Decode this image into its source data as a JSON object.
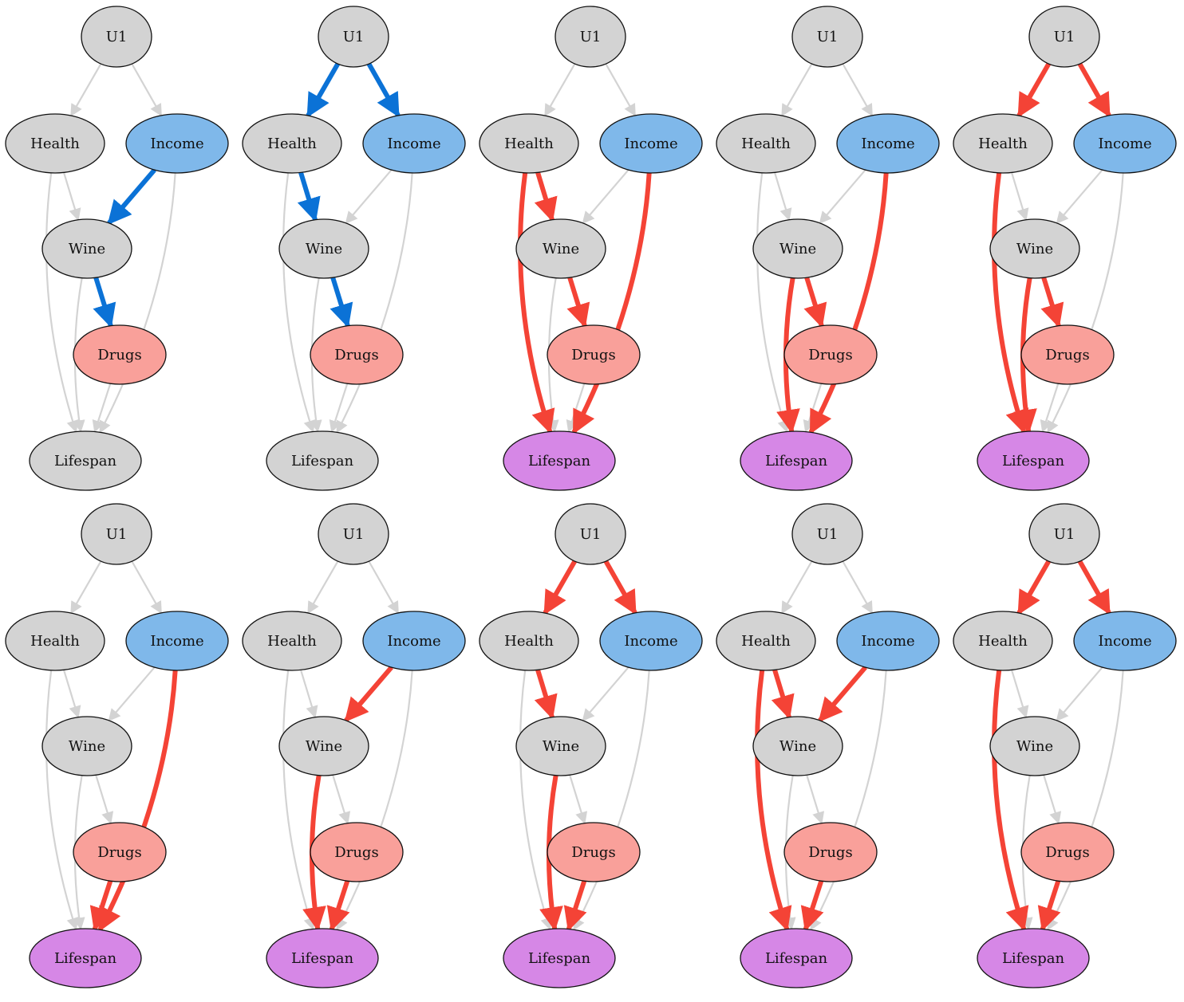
{
  "node_labels": {
    "U1": "U1",
    "Health": "Health",
    "Income": "Income",
    "Wine": "Wine",
    "Drugs": "Drugs",
    "Lifespan": "Lifespan"
  },
  "colors": {
    "default_fill": "#d3d3d3",
    "treatment_fill": "#7fb8ea",
    "mediator_fill": "#f9a09a",
    "outcome_fill": "#d687e6",
    "inactive_edge": "#d3d3d3",
    "blue_path": "#0b72d6",
    "red_path": "#f44336",
    "outline": "#111111"
  },
  "edges": [
    [
      "U1",
      "Health"
    ],
    [
      "U1",
      "Income"
    ],
    [
      "Health",
      "Wine"
    ],
    [
      "Income",
      "Wine"
    ],
    [
      "Wine",
      "Drugs"
    ],
    [
      "Health",
      "Lifespan"
    ],
    [
      "Wine",
      "Lifespan"
    ],
    [
      "Drugs",
      "Lifespan"
    ],
    [
      "Income",
      "Lifespan"
    ]
  ],
  "panels": [
    {
      "id": "p1",
      "node_roles": {
        "U1": "default",
        "Health": "default",
        "Income": "treatment",
        "Wine": "default",
        "Drugs": "mediator",
        "Lifespan": "default"
      },
      "highlighted": [
        [
          "Income",
          "Wine",
          "blue"
        ],
        [
          "Wine",
          "Drugs",
          "blue"
        ]
      ]
    },
    {
      "id": "p2",
      "node_roles": {
        "U1": "default",
        "Health": "default",
        "Income": "treatment",
        "Wine": "default",
        "Drugs": "mediator",
        "Lifespan": "default"
      },
      "highlighted": [
        [
          "U1",
          "Health",
          "blue"
        ],
        [
          "U1",
          "Income",
          "blue"
        ],
        [
          "Health",
          "Wine",
          "blue"
        ],
        [
          "Wine",
          "Drugs",
          "blue"
        ]
      ]
    },
    {
      "id": "p3",
      "node_roles": {
        "U1": "default",
        "Health": "default",
        "Income": "treatment",
        "Wine": "default",
        "Drugs": "mediator",
        "Lifespan": "outcome"
      },
      "highlighted": [
        [
          "Health",
          "Wine",
          "red"
        ],
        [
          "Wine",
          "Drugs",
          "red"
        ],
        [
          "Health",
          "Lifespan",
          "red"
        ],
        [
          "Income",
          "Lifespan",
          "red"
        ]
      ]
    },
    {
      "id": "p4",
      "node_roles": {
        "U1": "default",
        "Health": "default",
        "Income": "treatment",
        "Wine": "default",
        "Drugs": "mediator",
        "Lifespan": "outcome"
      },
      "highlighted": [
        [
          "Wine",
          "Drugs",
          "red"
        ],
        [
          "Wine",
          "Lifespan",
          "red"
        ],
        [
          "Income",
          "Lifespan",
          "red"
        ]
      ]
    },
    {
      "id": "p5",
      "node_roles": {
        "U1": "default",
        "Health": "default",
        "Income": "treatment",
        "Wine": "default",
        "Drugs": "mediator",
        "Lifespan": "outcome"
      },
      "highlighted": [
        [
          "U1",
          "Health",
          "red"
        ],
        [
          "U1",
          "Income",
          "red"
        ],
        [
          "Wine",
          "Drugs",
          "red"
        ],
        [
          "Health",
          "Lifespan",
          "red"
        ],
        [
          "Wine",
          "Lifespan",
          "red"
        ]
      ]
    },
    {
      "id": "p6",
      "node_roles": {
        "U1": "default",
        "Health": "default",
        "Income": "treatment",
        "Wine": "default",
        "Drugs": "mediator",
        "Lifespan": "outcome"
      },
      "highlighted": [
        [
          "Drugs",
          "Lifespan",
          "red"
        ],
        [
          "Income",
          "Lifespan",
          "red"
        ]
      ]
    },
    {
      "id": "p7",
      "node_roles": {
        "U1": "default",
        "Health": "default",
        "Income": "treatment",
        "Wine": "default",
        "Drugs": "mediator",
        "Lifespan": "outcome"
      },
      "highlighted": [
        [
          "Income",
          "Wine",
          "red"
        ],
        [
          "Wine",
          "Lifespan",
          "red"
        ],
        [
          "Drugs",
          "Lifespan",
          "red"
        ]
      ]
    },
    {
      "id": "p8",
      "node_roles": {
        "U1": "default",
        "Health": "default",
        "Income": "treatment",
        "Wine": "default",
        "Drugs": "mediator",
        "Lifespan": "outcome"
      },
      "highlighted": [
        [
          "U1",
          "Health",
          "red"
        ],
        [
          "U1",
          "Income",
          "red"
        ],
        [
          "Health",
          "Wine",
          "red"
        ],
        [
          "Wine",
          "Lifespan",
          "red"
        ],
        [
          "Drugs",
          "Lifespan",
          "red"
        ]
      ]
    },
    {
      "id": "p9",
      "node_roles": {
        "U1": "default",
        "Health": "default",
        "Income": "treatment",
        "Wine": "default",
        "Drugs": "mediator",
        "Lifespan": "outcome"
      },
      "highlighted": [
        [
          "Health",
          "Wine",
          "red"
        ],
        [
          "Income",
          "Wine",
          "red"
        ],
        [
          "Health",
          "Lifespan",
          "red"
        ],
        [
          "Drugs",
          "Lifespan",
          "red"
        ]
      ]
    },
    {
      "id": "p10",
      "node_roles": {
        "U1": "default",
        "Health": "default",
        "Income": "treatment",
        "Wine": "default",
        "Drugs": "mediator",
        "Lifespan": "outcome"
      },
      "highlighted": [
        [
          "U1",
          "Health",
          "red"
        ],
        [
          "U1",
          "Income",
          "red"
        ],
        [
          "Health",
          "Lifespan",
          "red"
        ],
        [
          "Drugs",
          "Lifespan",
          "red"
        ]
      ]
    }
  ]
}
